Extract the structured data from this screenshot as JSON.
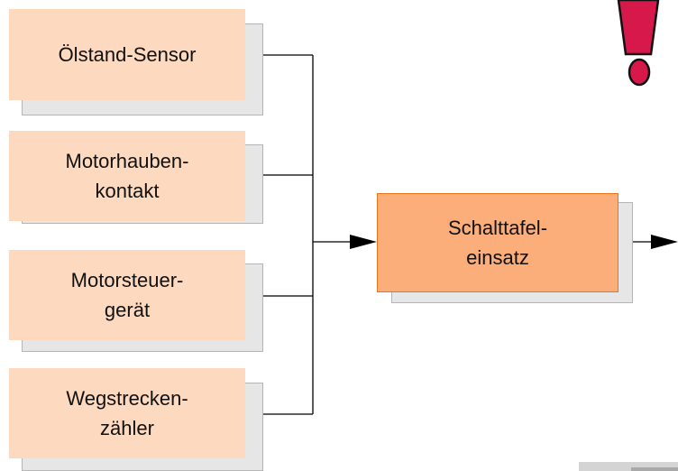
{
  "diagram": {
    "inputs": [
      {
        "id": "oelstand",
        "label": "Ölstand-Sensor"
      },
      {
        "id": "motorhauben",
        "label": "Motorhauben-\nkontakt"
      },
      {
        "id": "motorsteuer",
        "label": "Motorsteuer-\ngerät"
      },
      {
        "id": "wegstrecken",
        "label": "Wegstrecken-\nzähler"
      }
    ],
    "target": {
      "id": "schalttafel",
      "label": "Schalttafel-\neinsatz"
    },
    "colors": {
      "input_fill": "#fdd9bf",
      "target_fill": "#fbae7a",
      "target_border": "#e8751d",
      "shadow": "#e6e6e6",
      "line": "#000000",
      "exclamation": "#d6194a"
    },
    "icons": {
      "warning": "exclamation-mark-icon"
    }
  }
}
